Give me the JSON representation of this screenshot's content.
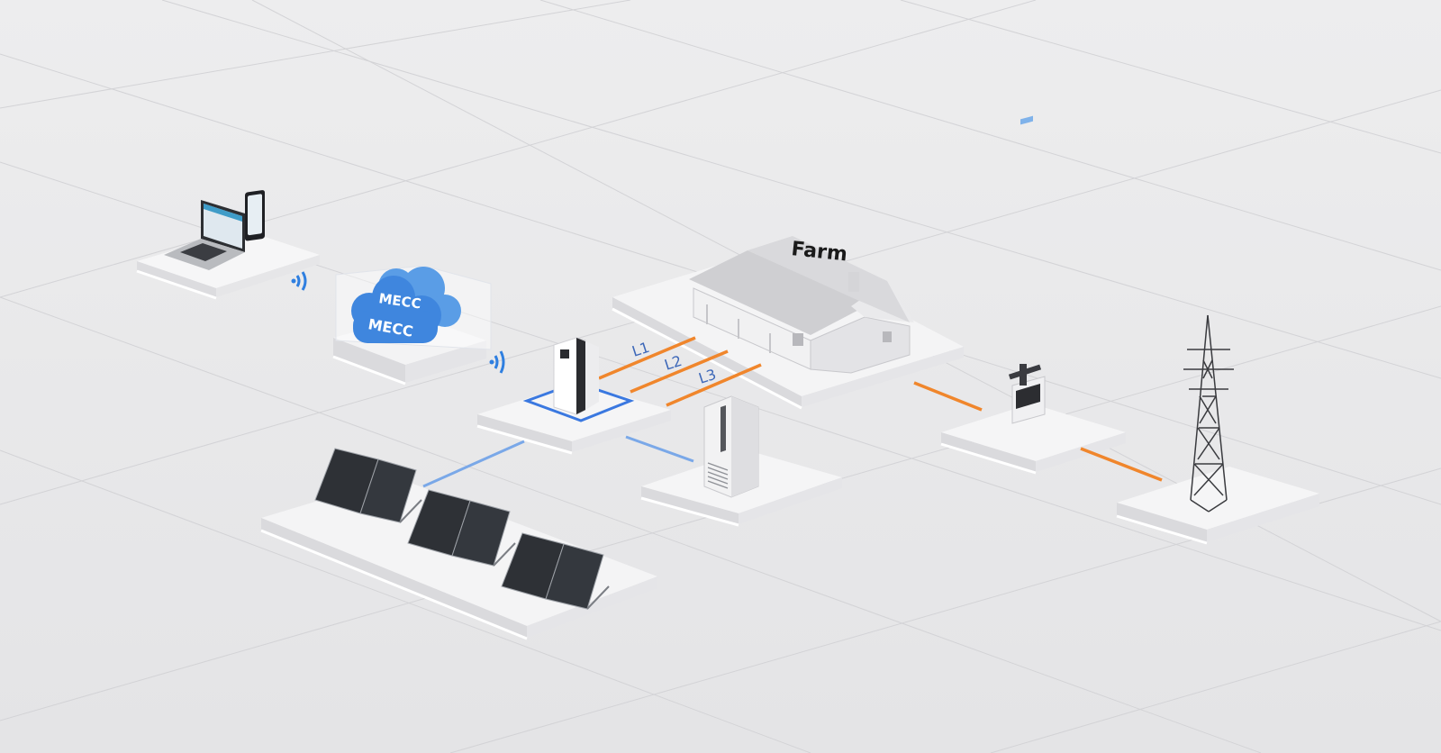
{
  "labels": {
    "farm": "Farm",
    "phase_l1": "L1",
    "phase_l2": "L2",
    "phase_l3": "L3",
    "cloud_text": "MECC"
  },
  "colors": {
    "background": "#e9e9ea",
    "platform_top": "#f4f4f5",
    "platform_side": "#d9d9db",
    "orange_line": "#f0862c",
    "blue_line": "#7aa8e8",
    "cloud": "#4a90e2",
    "wifi": "#2f7fe0",
    "inverter_accent": "#3a78e0"
  },
  "icons": [
    "laptop-icon",
    "phone-icon",
    "cloud-icon",
    "wifi-icon",
    "inverter-icon",
    "house-icon",
    "battery-cabinet-icon",
    "smart-meter-icon",
    "transmission-tower-icon",
    "solar-panel-icon"
  ]
}
